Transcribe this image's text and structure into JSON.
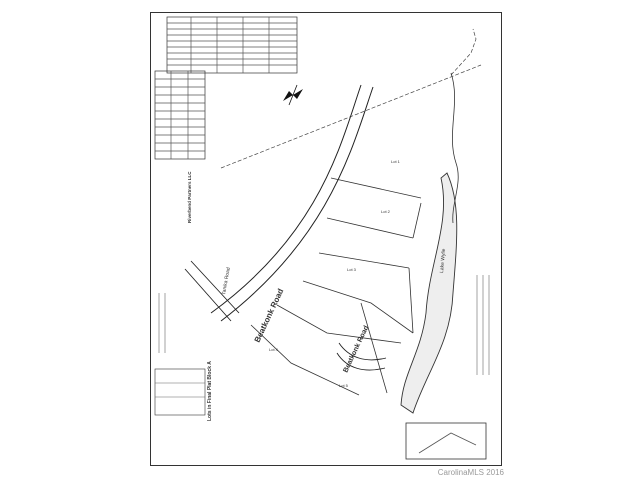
{
  "plat": {
    "road_main": "Beatkonk Road",
    "road_side": "Beatkonk Road",
    "side_road": "Tanika Road",
    "lake": "Lake Wylie",
    "lot_1": "Lot 1",
    "lot_2": "Lot 2",
    "lot_3": "Lot 3",
    "lot_4": "Lot 4",
    "lot_5": "Lot 5",
    "title": "Lots in Final Plat Block A",
    "owner": "Riverbend Partners LLC"
  },
  "watermark": "CarolinaMLS 2016"
}
